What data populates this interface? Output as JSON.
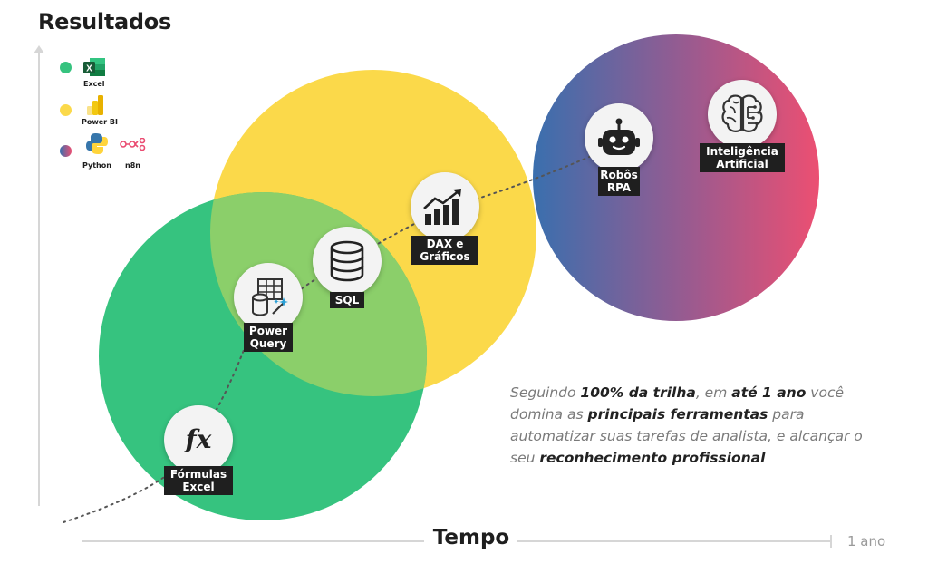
{
  "header": {
    "title": "Resultados"
  },
  "axis": {
    "x_title": "Tempo",
    "x_end_label": "1 ano"
  },
  "colors": {
    "green": "#36c37f",
    "yellow": "#fbd94a",
    "overlap": "#8bcf6a",
    "gradient_start": "#3a6fae",
    "gradient_end": "#ec4f72",
    "label_bg": "#1f1f1f"
  },
  "legend": [
    {
      "dot_color": "#36c37f",
      "icon": "excel-icon",
      "label": "Excel"
    },
    {
      "dot_color": "#fbd94a",
      "icon": "power-bi-icon",
      "label": "Power BI"
    },
    {
      "dot_color": "gradient",
      "icons": [
        "python-icon",
        "n8n-icon"
      ],
      "labels": [
        "Python",
        "n8n"
      ]
    }
  ],
  "nodes": [
    {
      "id": "formulas",
      "icon": "fx-icon",
      "label": "Fórmulas\nExcel"
    },
    {
      "id": "powerquery",
      "icon": "power-query-icon",
      "label": "Power\nQuery"
    },
    {
      "id": "sql",
      "icon": "database-icon",
      "label": "SQL"
    },
    {
      "id": "dax",
      "icon": "bar-chart-icon",
      "label": "DAX e\nGráficos"
    },
    {
      "id": "rpa",
      "icon": "robot-icon",
      "label": "Robôs\nRPA"
    },
    {
      "id": "ai",
      "icon": "brain-icon",
      "label": "Inteligência\nArtificial"
    }
  ],
  "caption": {
    "p1": "Seguindo ",
    "b1": "100% da trilha",
    "p2": ", em ",
    "b2": "até 1 ano",
    "p3": " você domina as ",
    "b3": "principais ferramentas",
    "p4": " para automatizar suas tarefas de analista, e alcançar o seu ",
    "b4": "reconhecimento profissional"
  }
}
